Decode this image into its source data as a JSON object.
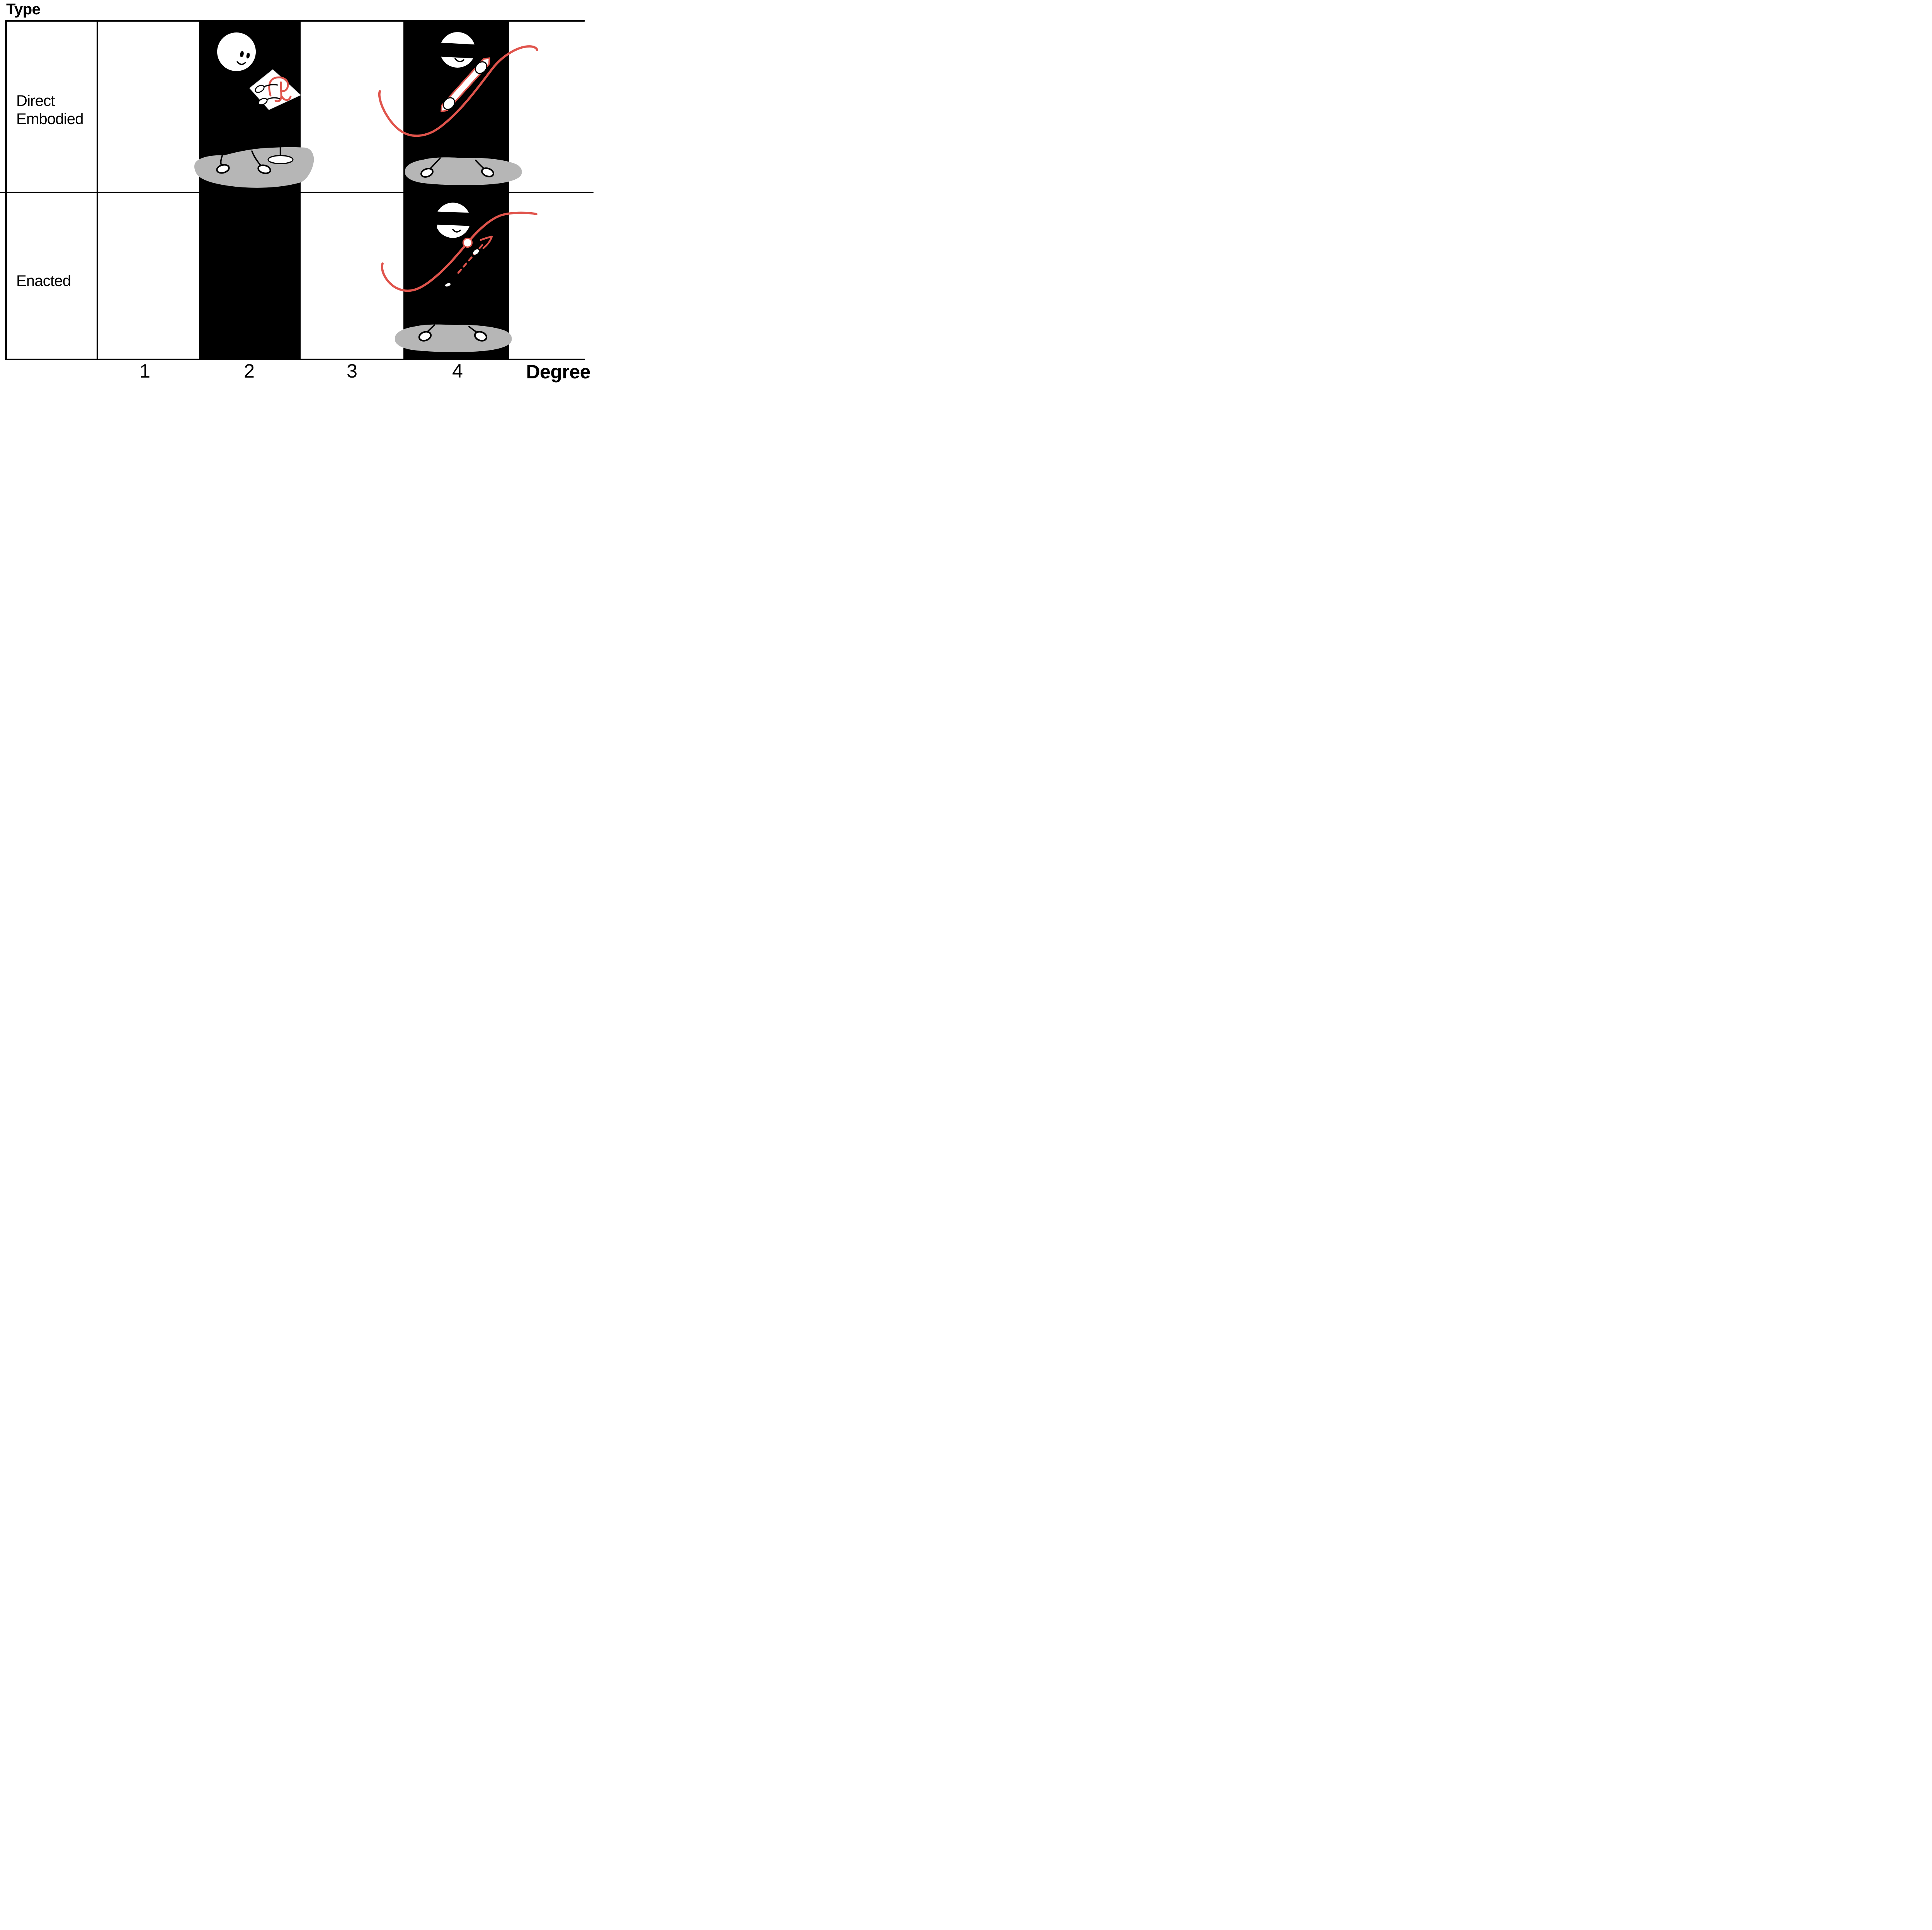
{
  "row_axis": {
    "label": "Type"
  },
  "col_axis": {
    "label": "Degree"
  },
  "rows": [
    {
      "label": "Direct Embodied"
    },
    {
      "label": "Enacted"
    }
  ],
  "columns": [
    {
      "label": "1",
      "highlighted": false
    },
    {
      "label": "2",
      "highlighted": true
    },
    {
      "label": "3",
      "highlighted": false
    },
    {
      "label": "4",
      "highlighted": true
    }
  ],
  "cells": [
    {
      "row": "Direct Embodied",
      "column": "2",
      "content": "smiling figure looking at a hand-held paper with a red sketch, standing on a gray ground blob with a pin marker"
    },
    {
      "row": "Direct Embodied",
      "column": "4",
      "content": "figure wearing a VR headset gripping a white tube aligned with a red curve, standing on a gray ground blob"
    },
    {
      "row": "Enacted",
      "column": "4",
      "content": "figure wearing a VR headset moving a controller point along a red curve with a dashed arrow, standing on a gray ground blob"
    }
  ],
  "icons": {
    "smiley_face": "smiley-face-icon",
    "vr_face": "vr-headset-face-icon",
    "paper_sketch": "paper-sketch-icon",
    "pin": "pin-marker-icon",
    "tube": "tube-prop-icon",
    "controller_dot": "controller-dot-icon",
    "dashed_arrow": "dashed-arrow-icon",
    "ground": "ground-blob",
    "curve": "red-curve"
  },
  "colors": {
    "background": "#FFFFFF",
    "highlight_column": "#000000",
    "accent_red": "#E0544C",
    "ground_gray": "#B6B6B6",
    "stroke_black": "#000000"
  }
}
